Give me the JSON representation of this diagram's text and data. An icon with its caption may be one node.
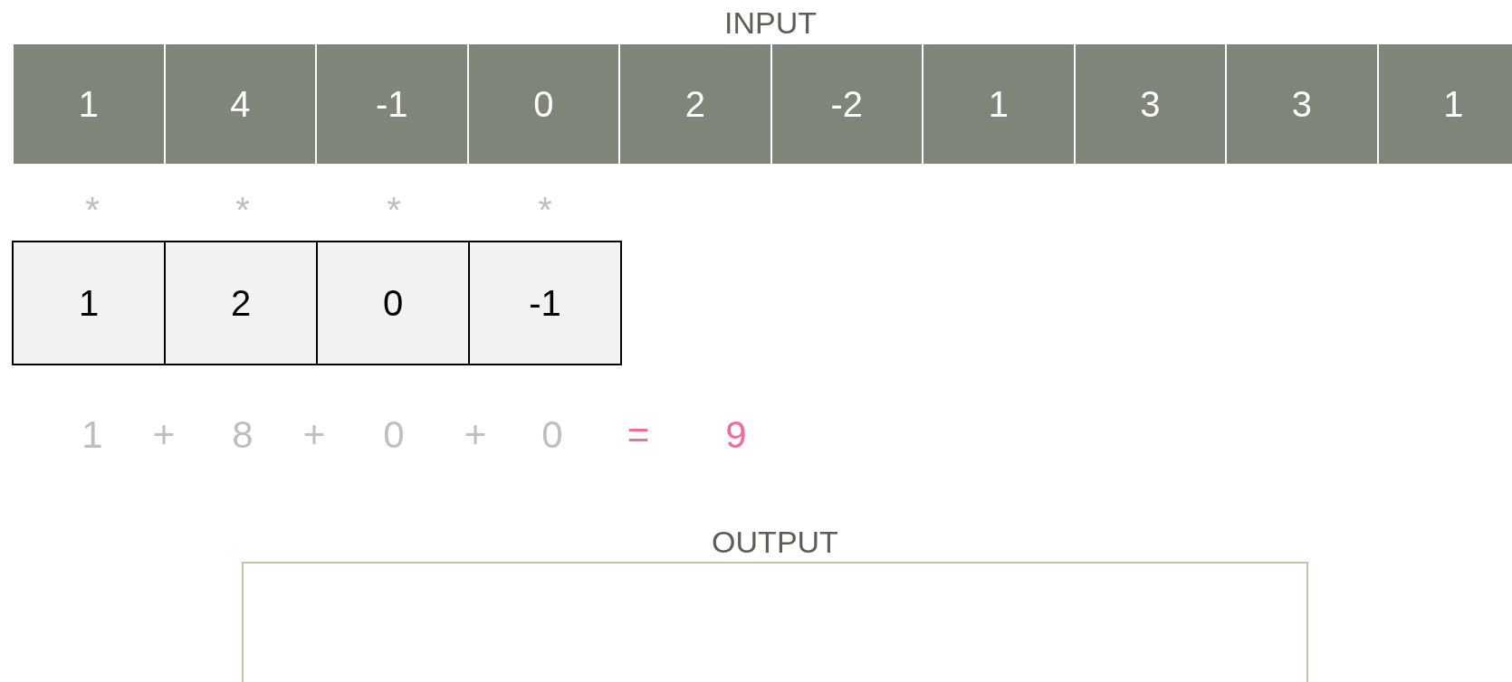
{
  "diagram": {
    "nodes": [
      {
        "text": [
          "1"
        ]
      },
      {
        "text": [
          "4"
        ]
      },
      {
        "text": [
          "-1"
        ]
      },
      {
        "text": [
          "0"
        ]
      },
      {
        "text": [
          "2"
        ]
      },
      {
        "text": [
          "-2"
        ]
      },
      {
        "text": [
          "1"
        ]
      },
      {
        "text": [
          "3"
        ]
      },
      {
        "text": [
          "3"
        ]
      },
      {
        "text": [
          "1"
        ]
      },
      {
        "text": [
          "1"
        ]
      },
      {
        "text": [
          "2"
        ]
      },
      {
        "text": [
          "0"
        ]
      },
      {
        "text": [
          "-1"
        ]
      },
      {
        "text": [
          "OUTPUT"
        ]
      }
    ],
    "labels": [
      "INPUT",
      "*",
      "*",
      "*",
      "*",
      "1",
      "+",
      "8",
      "+",
      "0",
      "+",
      "0",
      "=",
      "9"
    ]
  }
}
